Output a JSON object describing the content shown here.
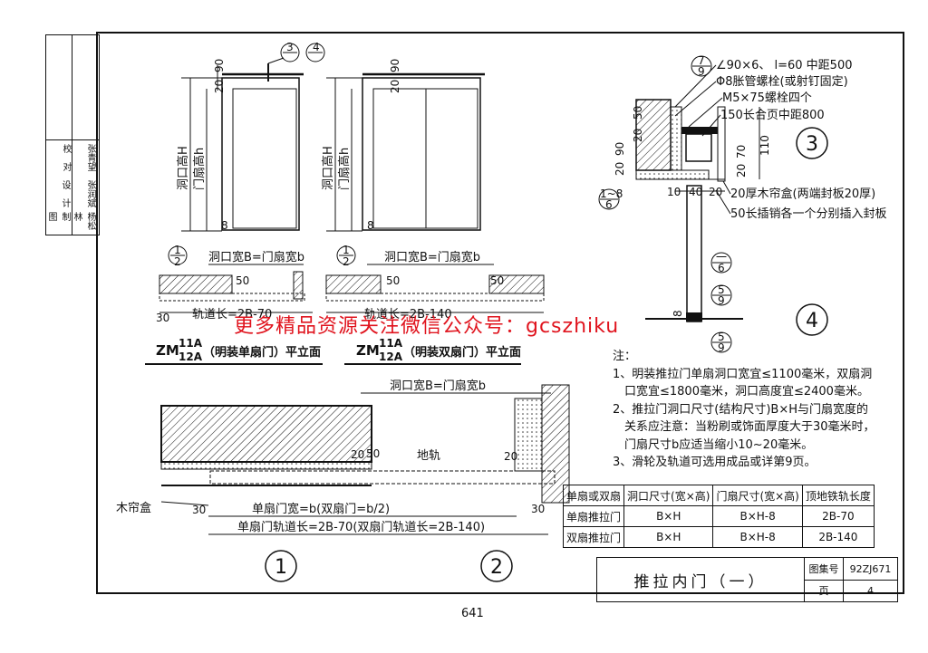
{
  "watermark": "更多精品资源关注微信公众号：gcszhiku",
  "page_number": "641",
  "title_block": {
    "title": "推拉内门（一）",
    "atlas_label": "图集号",
    "atlas_value": "92ZJ671",
    "page_label": "页",
    "page_value": "4"
  },
  "sidebar": {
    "roles": [
      "校　对",
      "设　计",
      "制　图"
    ],
    "names": [
      "张青望",
      "张润斌",
      "杨松林"
    ]
  },
  "figures": {
    "fig1_caption": "（明装单扇门）平立面",
    "fig2_caption": "（明装双扇门）平立面",
    "code_prefix": "ZM",
    "code_top": "11A",
    "code_bottom": "12A",
    "opening_height": "洞口高H",
    "leaf_height": "门扇高h",
    "opening_width": "洞口宽B=门扇宽b",
    "track_single": "轨道长=2B-70",
    "track_double": "轨道长=2B-140",
    "dim_90": "90",
    "dim_20": "20",
    "dim_8": "8",
    "dim_50": "50",
    "dim_30": "30",
    "dim_70": "70",
    "detail_opening_width": "洞口宽B=门扇宽b",
    "ground_track": "地轨",
    "wood_box": "木帘盒",
    "single_leaf_width": "单扇门宽=b(双扇门=b/2)",
    "single_track_len": "单扇门轨道长=2B-70(双扇门轨道长=2B-140)",
    "circle_1": "1",
    "circle_2": "2"
  },
  "section": {
    "ann1": "∠90×6、 l=60  中距500",
    "ann2": "Φ8胀管螺栓(或射钉固定)",
    "ann3": "M5×75螺栓四个",
    "ann4": "150长合页中距800",
    "ann5": "20厚木帘盒(两端封板20厚)",
    "ann6": "50长插销各一个分别插入封板",
    "circle_3": "3",
    "circle_4": "4",
    "dims": [
      "50",
      "20",
      "90",
      "20",
      "110",
      "70",
      "20",
      "10",
      "40",
      "20",
      "8"
    ]
  },
  "refs": [
    {
      "top": "3",
      "bottom": "4"
    },
    {
      "top": "1",
      "bottom": "2"
    },
    {
      "top": "7",
      "bottom": "9"
    },
    {
      "top": "1~8",
      "bottom": "6"
    },
    {
      "top": "一",
      "bottom": "6"
    },
    {
      "top": "5",
      "bottom": "9"
    },
    {
      "top": "5",
      "bottom": "9"
    }
  ],
  "notes": {
    "head": "注：",
    "lines": [
      "1、明装推拉门单扇洞口宽宜≤1100毫米，双扇洞",
      "　口宽宜≤1800毫米，洞口高度宜≤2400毫米。",
      "2、推拉门洞口尺寸(结构尺寸)B×H与门扇宽度的",
      "　关系应注意：当粉刷或饰面厚度大于30毫米时，",
      "　门扇尺寸b应适当缩小10~20毫米。",
      "3、滑轮及轨道可选用成品或详第9页。"
    ]
  },
  "table": {
    "headers": [
      "单扇或双扇",
      "洞口尺寸(宽×高)",
      "门扇尺寸(宽×高)",
      "顶地铁轨长度"
    ],
    "rows": [
      [
        "单扇推拉门",
        "B×H",
        "B×H-8",
        "2B-70"
      ],
      [
        "双扇推拉门",
        "B×H",
        "B×H-8",
        "2B-140"
      ]
    ]
  }
}
